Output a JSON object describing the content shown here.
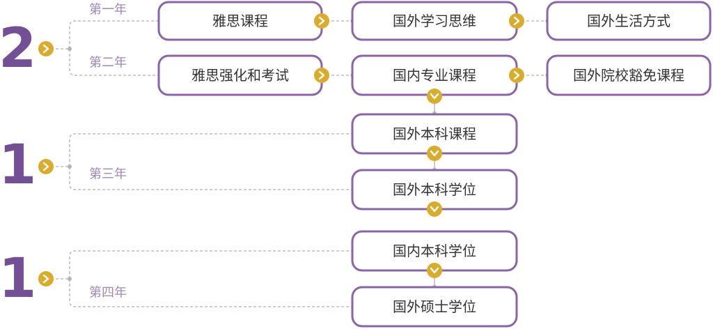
{
  "digits": {
    "first": "2",
    "second": "1",
    "third": "1"
  },
  "years": {
    "y1": "第一年",
    "y2": "第二年",
    "y3": "第三年",
    "y4": "第四年"
  },
  "boxes": {
    "ielts_course": "雅思课程",
    "overseas_thinking": "国外学习思维",
    "overseas_lifestyle": "国外生活方式",
    "ielts_intensive": "雅思强化和考试",
    "domestic_major": "国内专业课程",
    "overseas_exemption": "国外院校豁免课程",
    "overseas_bachelor_course": "国外本科课程",
    "overseas_bachelor_degree": "国外本科学位",
    "domestic_bachelor_degree": "国内本科学位",
    "overseas_master_degree": "国外硕士学位"
  },
  "colors": {
    "box_border": "#8a64a6",
    "badge": "#d9ac2d",
    "digit": "#734f96",
    "year_text": "#9f89b3",
    "connector": "#bdbdbd"
  },
  "icons": {
    "right": "chevron-right-icon",
    "down": "chevron-down-icon"
  }
}
